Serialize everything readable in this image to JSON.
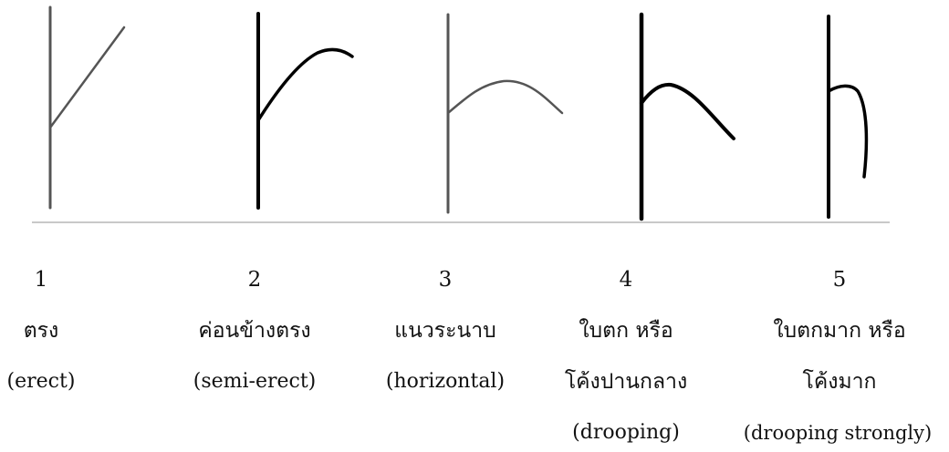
{
  "diagram": {
    "items": [
      {
        "number": "1",
        "thai": "ตรง",
        "thai2": "",
        "english": "(erect)"
      },
      {
        "number": "2",
        "thai": "ค่อนข้างตรง",
        "thai2": "",
        "english": "(semi-erect)"
      },
      {
        "number": "3",
        "thai": "แนวระนาบ",
        "thai2": "",
        "english": "(horizontal)"
      },
      {
        "number": "4",
        "thai": "ใบตก หรือ",
        "thai2": "โค้งปานกลาง",
        "english": "(drooping)"
      },
      {
        "number": "5",
        "thai": "ใบตกมาก หรือ",
        "thai2": "โค้งมาก",
        "english": "(drooping strongly)"
      }
    ]
  }
}
